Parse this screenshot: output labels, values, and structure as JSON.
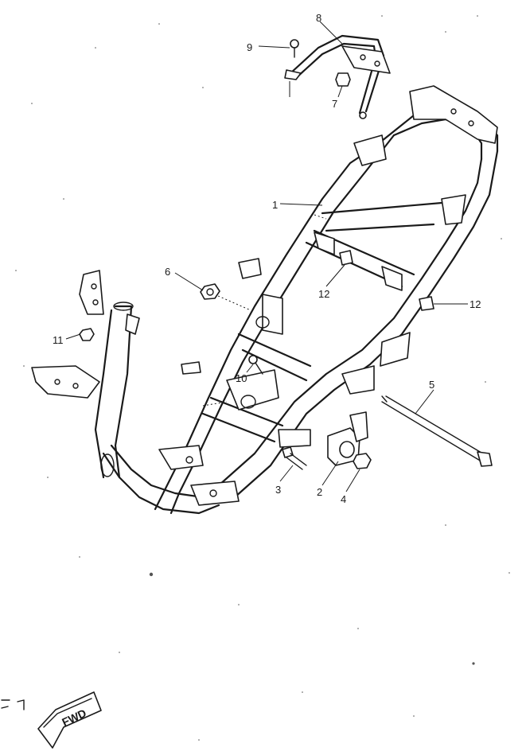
{
  "callouts": [
    {
      "id": "1",
      "label": "1"
    },
    {
      "id": "2",
      "label": "2"
    },
    {
      "id": "3",
      "label": "3"
    },
    {
      "id": "4",
      "label": "4"
    },
    {
      "id": "5",
      "label": "5"
    },
    {
      "id": "6",
      "label": "6"
    },
    {
      "id": "7",
      "label": "7"
    },
    {
      "id": "8",
      "label": "8"
    },
    {
      "id": "9",
      "label": "9"
    },
    {
      "id": "10",
      "label": "10"
    },
    {
      "id": "11",
      "label": "11"
    },
    {
      "id": "12a",
      "label": "12"
    },
    {
      "id": "12b",
      "label": "12"
    }
  ],
  "fwd_badge": {
    "label": "FWD"
  },
  "colors": {
    "ink": "#1a1a1a",
    "paper": "#ffffff"
  }
}
